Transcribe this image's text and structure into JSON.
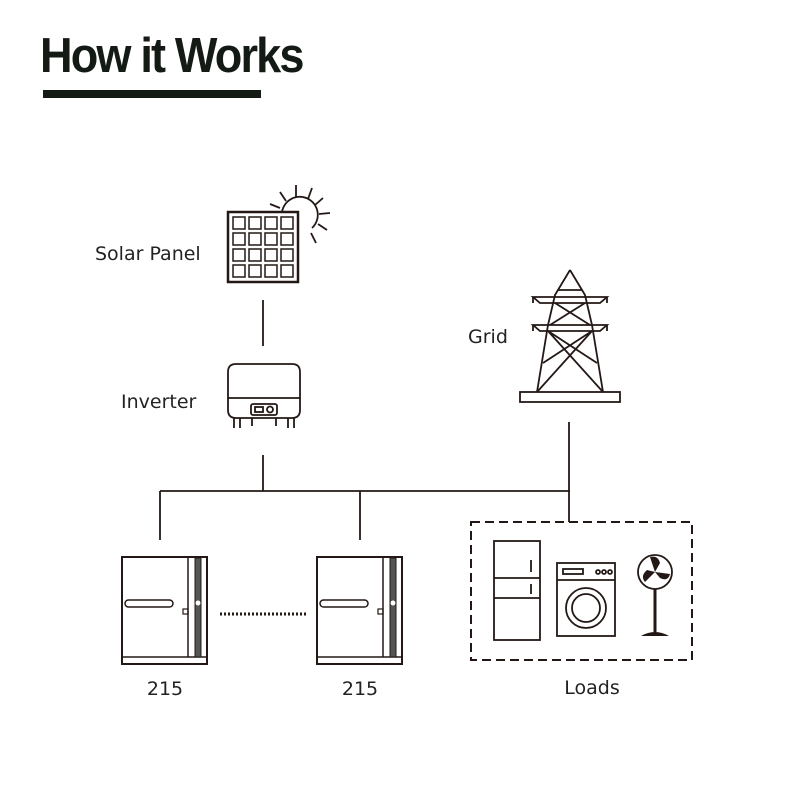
{
  "title": "How it Works",
  "labels": {
    "solar_panel": "Solar Panel",
    "inverter": "Inverter",
    "grid": "Grid",
    "battery_1": "215",
    "battery_2": "215",
    "loads": "Loads"
  },
  "colors": {
    "title": "#141a14",
    "line": "#231815"
  }
}
